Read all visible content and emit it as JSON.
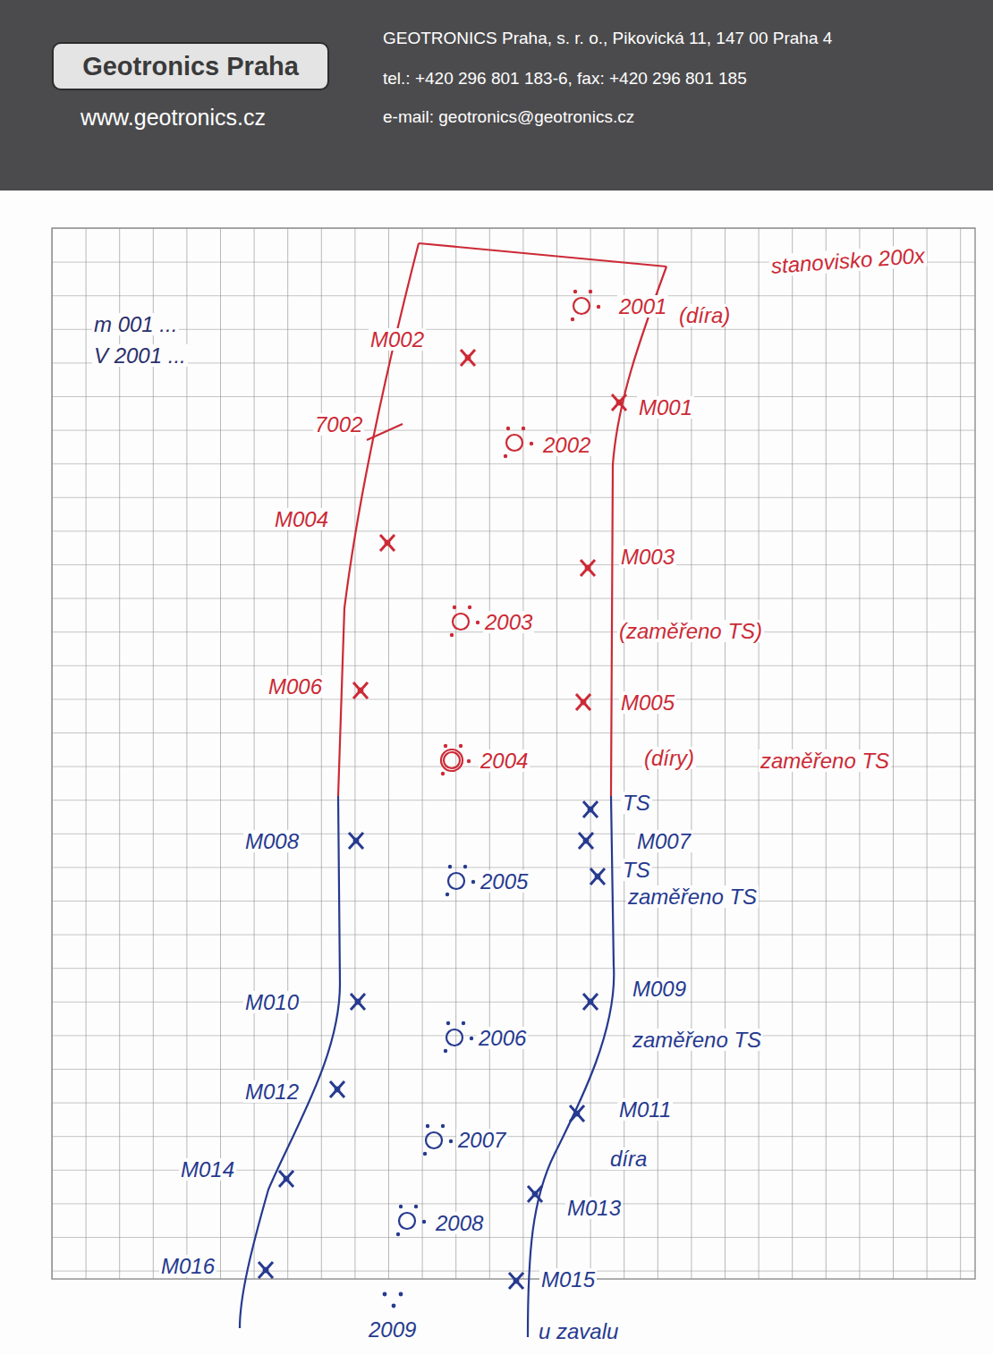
{
  "diagram": {
    "nodes": [
      {
        "text": [
          "Geotronics Praha"
        ]
      }
    ],
    "labels": [
      "www.geotronics.cz",
      "GEOTRONICS Praha, s. r. o., Pikovická 11, 147 00 Praha 4",
      "tel.: +420 296 801 183-6, fax: +420 296 801 185",
      "e-mail: geotronics@geotronics.cz",
      "stanovisko 200x",
      "m 001 ...",
      "V 2001 ...",
      "M002",
      "2001",
      "(díra)",
      "M001",
      "7002",
      "2002",
      "M004",
      "M003",
      "2003",
      "(zaměřeno TS)",
      "M006",
      "M005",
      "2004",
      "(díry)",
      "zaměřeno TS",
      "TS",
      "M008",
      "M007",
      "TS",
      "2005",
      "zaměřeno TS",
      "M010",
      "M009",
      "2006",
      "zaměřeno TS",
      "M012",
      "M011",
      "2007",
      "díra",
      "M014",
      "M013",
      "2008",
      "M016",
      "M015",
      "2009",
      "u zavalu"
    ]
  }
}
